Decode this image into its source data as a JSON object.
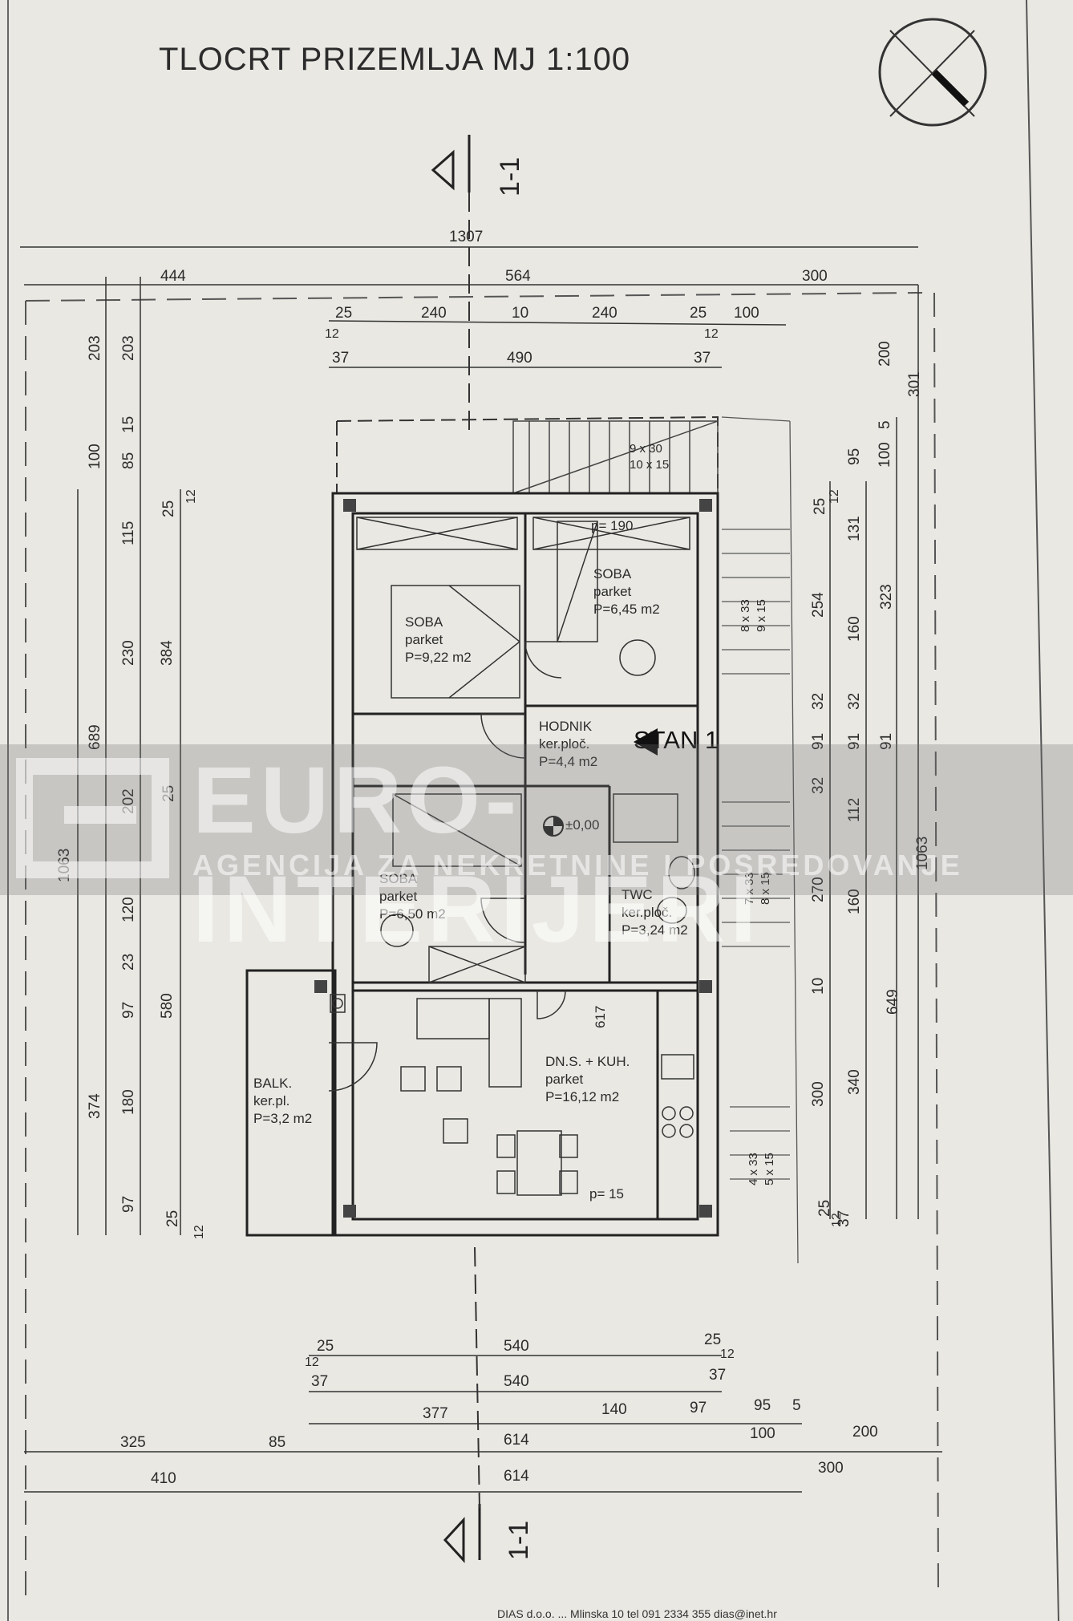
{
  "title": "TLOCRT PRIZEMLJA  MJ 1:100",
  "section_marker": "1-1",
  "apartment_label": "STAN 1",
  "level_mark": "±0,00",
  "rooms": [
    {
      "name": "SOBA",
      "floor": "parket",
      "area": "P=9,22 m2"
    },
    {
      "name": "SOBA",
      "floor": "parket",
      "area": "P=6,45 m2"
    },
    {
      "name": "HODNIK",
      "floor": "ker.ploč.",
      "area": "P=4,4 m2"
    },
    {
      "name": "SOBA",
      "floor": "parket",
      "area": "P=6,50 m2"
    },
    {
      "name": "TWC",
      "floor": "ker.ploč.",
      "area": "P=3,24 m2"
    },
    {
      "name": "DN.S. + KUH.",
      "floor": "parket",
      "area": "P=16,12 m2"
    },
    {
      "name": "BALK.",
      "floor": "ker.pl.",
      "area": "P=3,2 m2"
    }
  ],
  "annotations": {
    "p190": "p= 190",
    "p15": "p= 15",
    "h617": "617",
    "stairs_top": [
      "9 x 30",
      "10 x 15"
    ],
    "stairs_upper": [
      "8 x 33",
      "9 x 15"
    ],
    "stairs_mid": [
      "7 x 33",
      "8 x 15"
    ],
    "stairs_low": [
      "4 x 33",
      "5 x 15"
    ]
  },
  "dims_top": {
    "total": "1307",
    "row1": [
      "444",
      "564",
      "300"
    ],
    "row2": [
      "25",
      "240",
      "10",
      "240",
      "25",
      "100"
    ],
    "row2_small": [
      "12",
      "12"
    ],
    "row3": [
      "37",
      "490",
      "37"
    ]
  },
  "dims_bottom": {
    "row1": [
      "25",
      "540",
      "25"
    ],
    "row1_small": [
      "12",
      "12"
    ],
    "row2": [
      "37",
      "540",
      "37"
    ],
    "row3": [
      "377",
      "140",
      "97",
      "95",
      "5"
    ],
    "row4": [
      "325",
      "85",
      "614",
      "100",
      "200"
    ],
    "row5": [
      "410",
      "614",
      "300"
    ]
  },
  "dims_left": {
    "c1": [
      "1063"
    ],
    "c2": [
      "203",
      "100",
      "689",
      "374"
    ],
    "c3": [
      "203",
      "85",
      "15",
      "115",
      "230",
      "202",
      "120",
      "23",
      "97",
      "180",
      "97"
    ],
    "c4": [
      "25",
      "12",
      "384",
      "25",
      "580",
      "25",
      "12"
    ]
  },
  "dims_right": {
    "c1": [
      "25",
      "12",
      "254",
      "32",
      "91",
      "32",
      "270",
      "10",
      "300",
      "25",
      "12"
    ],
    "c2": [
      "131",
      "160",
      "32",
      "91",
      "112",
      "160",
      "340",
      "37"
    ],
    "c3": [
      "200",
      "5",
      "95",
      "100",
      "323",
      "91",
      "649"
    ],
    "c4": [
      "301",
      "1063"
    ]
  },
  "watermark": {
    "main": "EURO-INTERIJERI",
    "sub": "AGENCIJA ZA NEKRETNINE I POSREDOVANJE"
  },
  "footer": "DIAS d.o.o.    ...  Mlinska 10 tel 091 2334 355  dias@inet.hr"
}
